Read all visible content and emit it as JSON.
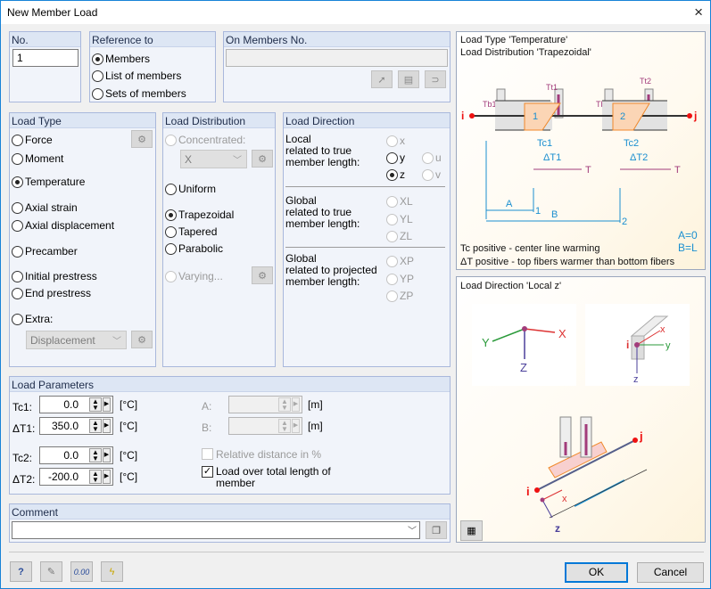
{
  "window": {
    "title": "New Member Load",
    "close_icon": "×"
  },
  "no": {
    "header": "No.",
    "value": "1"
  },
  "reference": {
    "header": "Reference to",
    "options": [
      {
        "label": "Members",
        "selected": true
      },
      {
        "label": "List of members",
        "selected": false
      },
      {
        "label": "Sets of members",
        "selected": false
      }
    ]
  },
  "on_members": {
    "header": "On Members No.",
    "value": "",
    "buttons": [
      "pick-member-icon",
      "pick-list-icon",
      "reverse-icon"
    ]
  },
  "load_type": {
    "header": "Load Type",
    "options": [
      {
        "label": "Force",
        "selected": false
      },
      {
        "label": "Moment",
        "selected": false
      },
      {
        "label": "Temperature",
        "selected": true
      },
      {
        "label": "Axial strain",
        "selected": false
      },
      {
        "label": "Axial displacement",
        "selected": false
      },
      {
        "label": "Precamber",
        "selected": false
      },
      {
        "label": "Initial prestress",
        "selected": false
      },
      {
        "label": "End prestress",
        "selected": false
      },
      {
        "label": "Extra:",
        "selected": false
      }
    ],
    "extra_value": "Displacement"
  },
  "load_distribution": {
    "header": "Load Distribution",
    "concentrated": "Concentrated:",
    "concentrated_value": "X",
    "options": [
      {
        "label": "Uniform",
        "selected": false
      },
      {
        "label": "Trapezoidal",
        "selected": true
      },
      {
        "label": "Tapered",
        "selected": false
      },
      {
        "label": "Parabolic",
        "selected": false
      }
    ],
    "varying": "Varying..."
  },
  "load_direction": {
    "header": "Load Direction",
    "local_label": "Local\nrelated to true\nmember length:",
    "global_true_label": "Global\nrelated to true\nmember length:",
    "global_proj_label": "Global\nrelated to projected\nmember length:",
    "local": [
      "x",
      "y",
      "z",
      "u",
      "v"
    ],
    "local_selected": "z",
    "global_true": [
      "XL",
      "YL",
      "ZL"
    ],
    "global_proj": [
      "XP",
      "YP",
      "ZP"
    ]
  },
  "params": {
    "header": "Load Parameters",
    "rows": [
      {
        "label": "Tc1:",
        "value": "0.0",
        "unit": "[°C]"
      },
      {
        "label": "ΔT1:",
        "value": "350.0",
        "unit": "[°C]"
      },
      {
        "label": "Tc2:",
        "value": "0.0",
        "unit": "[°C]"
      },
      {
        "label": "ΔT2:",
        "value": "-200.0",
        "unit": "[°C]"
      }
    ],
    "a_label": "A:",
    "b_label": "B:",
    "a_unit": "[m]",
    "b_unit": "[m]",
    "a_value": "",
    "b_value": "",
    "relative": "Relative distance in %",
    "relative_checked": false,
    "over_total": "Load over total length of member",
    "over_total_checked": true
  },
  "comment": {
    "header": "Comment",
    "value": ""
  },
  "picture1": {
    "line1": "Load Type 'Temperature'",
    "line2": "Load Distribution 'Trapezoidal'",
    "note1": "Tc positive - center line warming",
    "note2": "ΔT positive - top fibers warmer than bottom fibers",
    "a_eq": "A=0",
    "b_eq": "B=L"
  },
  "picture2": {
    "caption": "Load Direction 'Local z'"
  },
  "footer": {
    "ok": "OK",
    "cancel": "Cancel",
    "tools": [
      "help-icon",
      "edit-icon",
      "units-icon",
      "load-wizard-icon"
    ]
  }
}
